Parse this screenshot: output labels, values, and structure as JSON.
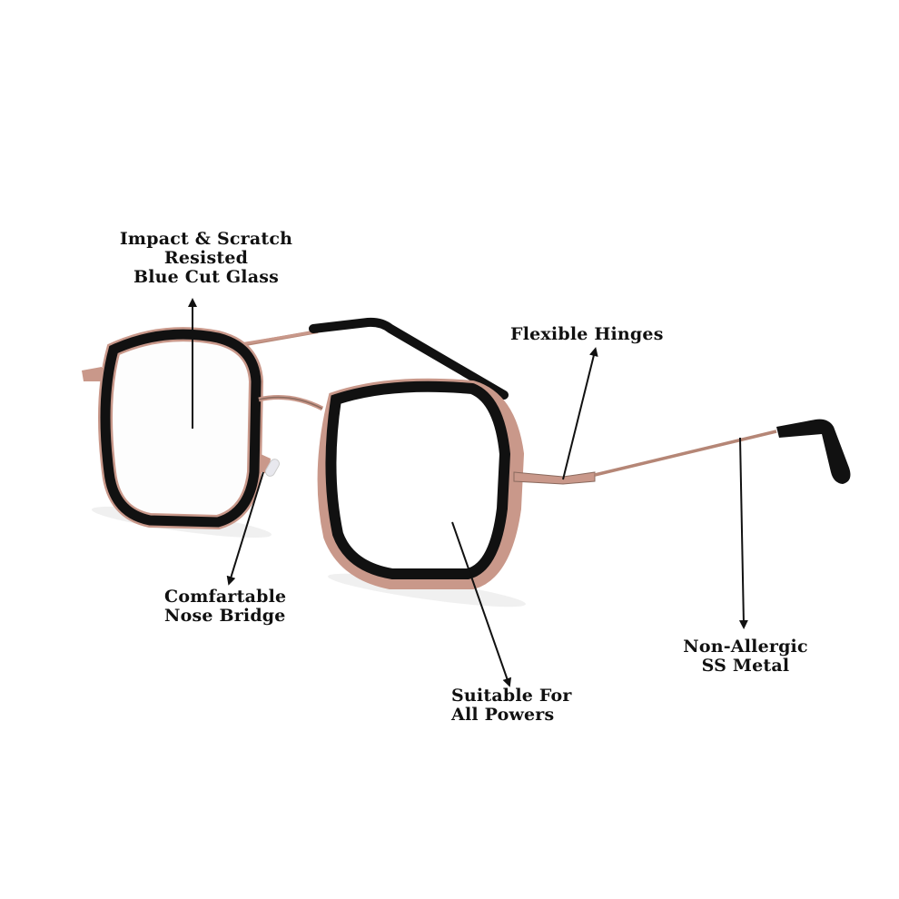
{
  "product": {
    "name": "Eyeglasses frame",
    "colors": {
      "rim": "#111111",
      "metal": "#c9988a",
      "metal_dark": "#8a6a5e",
      "background": "#ffffff",
      "text": "#111111"
    }
  },
  "callouts": {
    "lens": {
      "lines": [
        "Impact & Scratch",
        "Resisted",
        "Blue Cut Glass"
      ]
    },
    "hinges": {
      "lines": [
        "Flexible Hinges"
      ]
    },
    "nose": {
      "lines": [
        "Comfartable",
        "Nose Bridge"
      ]
    },
    "powers": {
      "lines": [
        "Suitable For",
        "All Powers"
      ]
    },
    "metal": {
      "lines": [
        "Non-Allergic",
        "SS Metal"
      ]
    }
  }
}
